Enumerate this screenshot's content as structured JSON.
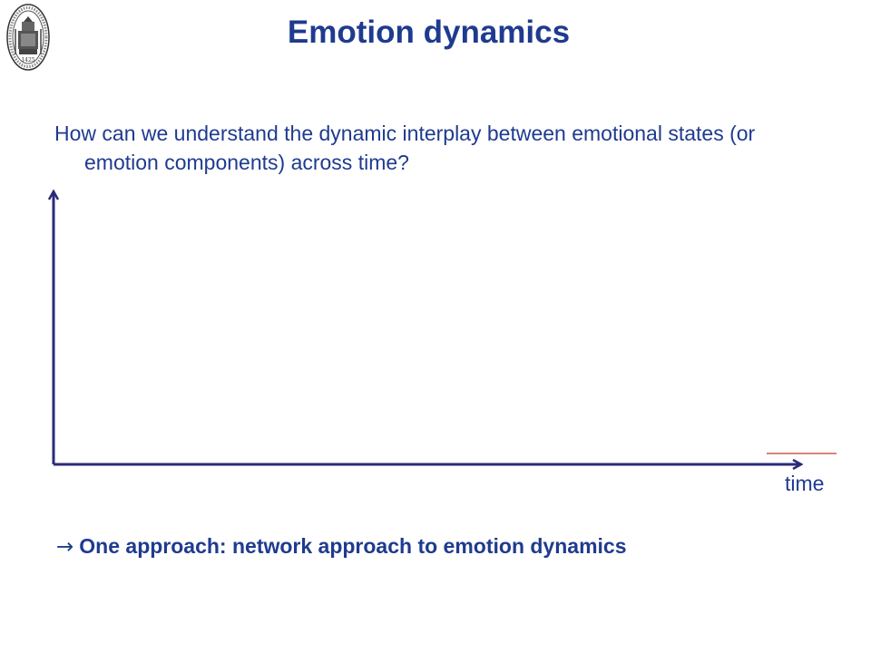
{
  "slide": {
    "title": "Emotion dynamics",
    "question": "How can we understand the dynamic interplay between emotional states (or emotion components) across time?",
    "x_axis_label": "time",
    "conclusion_arrow": "→",
    "conclusion": "One approach: network approach to emotion dynamics"
  },
  "logo": {
    "icon": "university-seal-icon",
    "seal_year": "1425"
  },
  "colors": {
    "text": "#1f3b8f",
    "axis": "#2a2a7a",
    "accent_line": "#c0392b"
  }
}
